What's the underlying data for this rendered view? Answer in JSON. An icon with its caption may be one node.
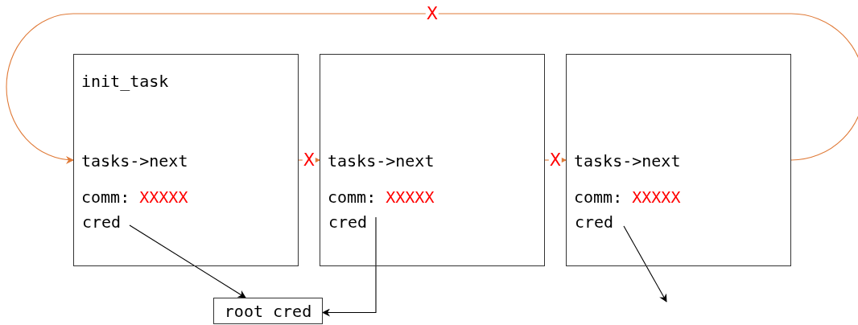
{
  "diagram": {
    "nodes": [
      {
        "text": [
          "init_task",
          "tasks->next",
          "comm:",
          "XXXXX"
        ]
      },
      {
        "text": [
          "cred"
        ],
        "in": 0
      },
      {
        "text": [
          "tasks->next",
          "comm:",
          "XXXXX"
        ]
      },
      {
        "text": [
          "cred"
        ],
        "in": 2
      },
      {
        "text": [
          "tasks->next",
          "comm:",
          "XXXXX"
        ]
      },
      {
        "text": [
          "cred"
        ],
        "in": 4
      },
      {
        "text": [
          "root cred"
        ]
      }
    ],
    "edges": [
      {
        "from": 4,
        "to": 0,
        "arrow": "to",
        "label": "X",
        "color": "#e07b39"
      },
      {
        "from": 0,
        "to": 2,
        "arrow": "to",
        "label": "X",
        "color": "#e07b39"
      },
      {
        "from": 2,
        "to": 4,
        "arrow": "to",
        "label": "X",
        "color": "#e07b39"
      },
      {
        "from": 1,
        "to": 6,
        "arrow": "to",
        "color": "#000000"
      },
      {
        "from": 3,
        "to": 6,
        "arrow": "to",
        "color": "#000000"
      },
      {
        "from": 5,
        "to": null,
        "arrow": "to",
        "color": "#000000"
      }
    ]
  }
}
